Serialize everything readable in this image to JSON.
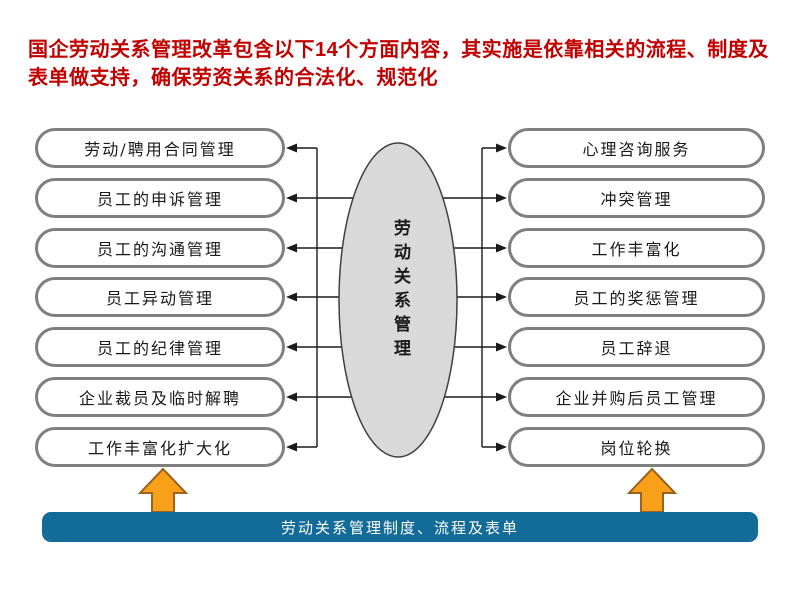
{
  "title": "国企劳动关系管理改革包含以下14个方面内容，其实施是依靠相关的流程、制度及表单做支持，确保劳资关系的合法化、规范化",
  "center": {
    "label": "劳动关系管理"
  },
  "left_items": [
    "劳动/聘用合同管理",
    "员工的申诉管理",
    "员工的沟通管理",
    "员工异动管理",
    "员工的纪律管理",
    "企业裁员及临时解聘",
    "工作丰富化扩大化"
  ],
  "right_items": [
    "心理咨询服务",
    "冲突管理",
    "工作丰富化",
    "员工的奖惩管理",
    "员工辞退",
    "企业并购后员工管理",
    "岗位轮换"
  ],
  "bottom_bar": {
    "label": "劳动关系管理制度、流程及表单"
  },
  "colors": {
    "title_red": "#c00000",
    "box_border_gray": "#7f7f7f",
    "ellipse_fill": "#d9d9d9",
    "ellipse_stroke": "#404040",
    "connector_line": "#1a1a1a",
    "bar_teal": "#136b97",
    "arrow_orange_fill": "#f9a01b",
    "arrow_orange_border": "#9a6420"
  }
}
